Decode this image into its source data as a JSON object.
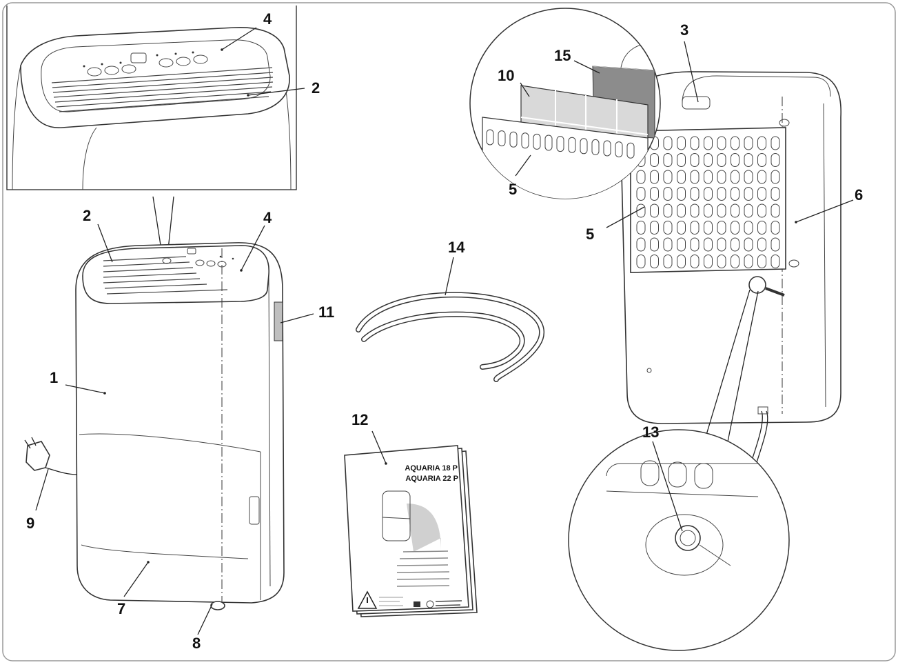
{
  "labels": {
    "l1": "1",
    "l2a": "2",
    "l2b": "2",
    "l3": "3",
    "l4a": "4",
    "l4b": "4",
    "l5a": "5",
    "l5b": "5",
    "l6": "6",
    "l7": "7",
    "l8": "8",
    "l9": "9",
    "l10": "10",
    "l11": "11",
    "l12": "12",
    "l13": "13",
    "l14": "14",
    "l15": "15"
  },
  "manual": {
    "title_line1": "AQUARIA 18 P",
    "title_line2": "AQUARIA 22 P"
  },
  "colors": {
    "line": "#222222",
    "frame": "#999999",
    "filter_fill": "#d9d9d9",
    "shadow": "#bfbfbf"
  }
}
